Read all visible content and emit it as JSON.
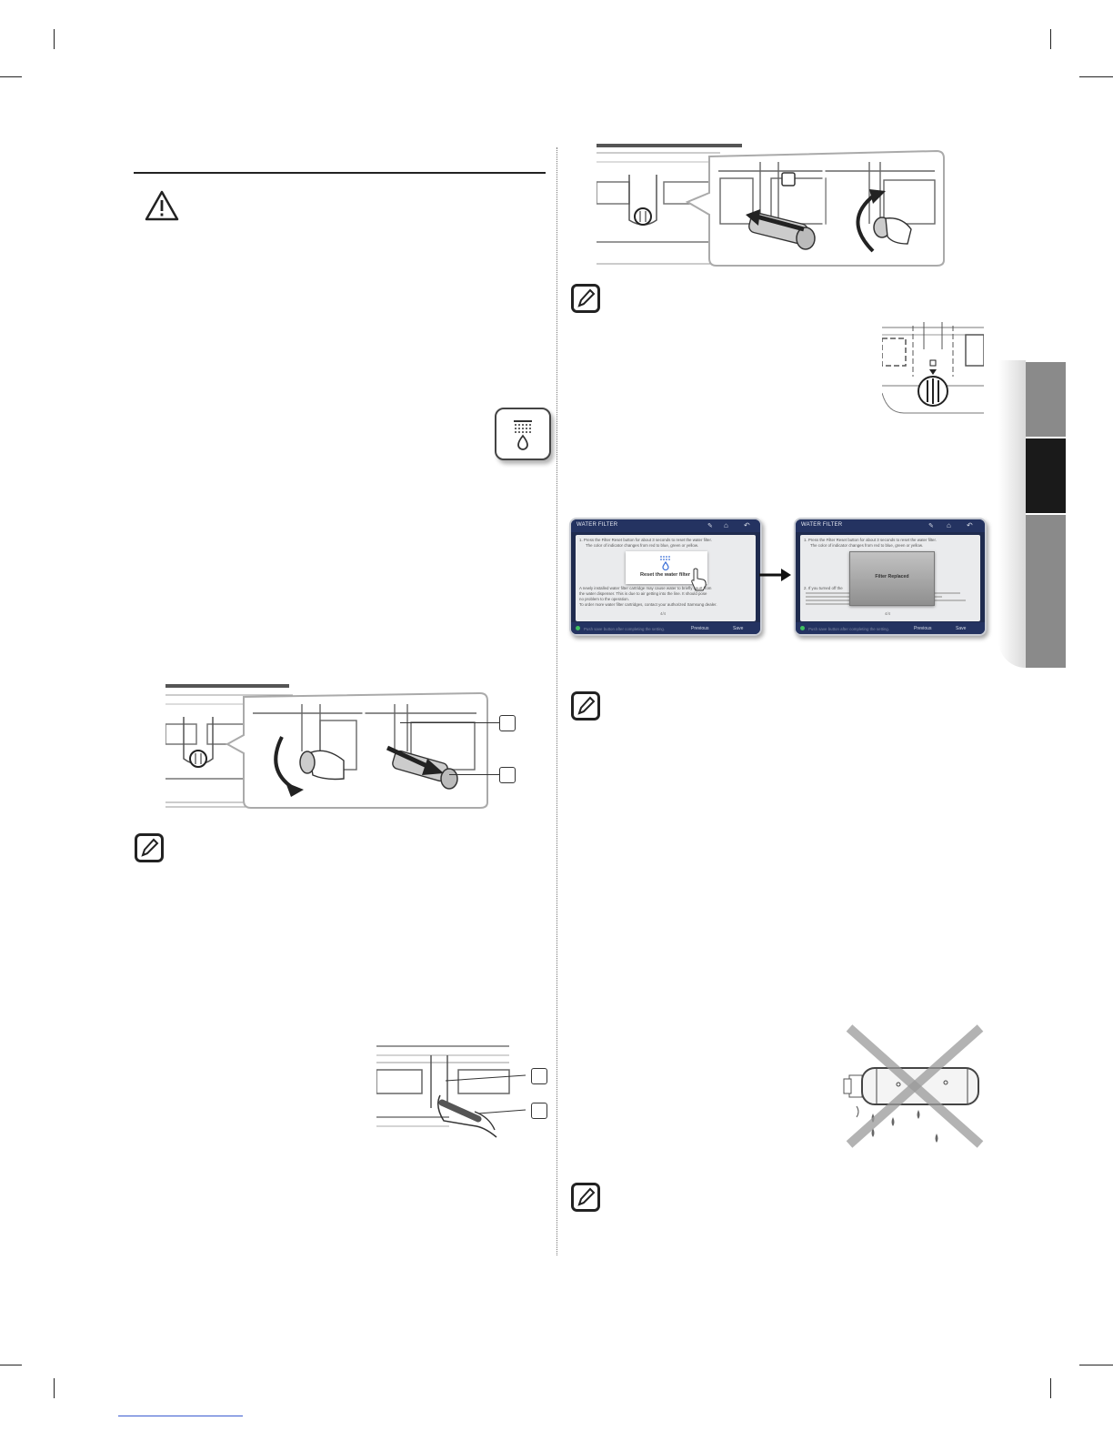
{
  "icons": {
    "warning": "warning-triangle-icon",
    "note": "pencil-note-icon",
    "filter_reset": "water-filter-reset-icon",
    "home": "home-icon",
    "back": "back-arrow-icon",
    "edit": "edit-icon"
  },
  "colors": {
    "screen_frame": "#1f2b4e",
    "tab_light": "#8a8a8a",
    "tab_dark": "#1a1a1a"
  },
  "screen_left": {
    "title": "WATER FILTER",
    "step1": "1. Press the Filter Reset button for about 3 seconds to reset the water filter.",
    "step1_sub": "The color of indicator changes from red to blue, green or yellow.",
    "popup_label": "Reset the water filter",
    "para1": "A newly installed water filter cartridge may cause water to briefly spurt from",
    "para2": "the water dispenser. This is due to air getting into the line. It should pose",
    "para3": "no problem to the operation.",
    "para4": "To order more water filter cartridges, contact your authorized Samsung dealer.",
    "page": "4/4",
    "footer_hint": "Push save button after completing the setting.",
    "btn_prev": "Previous",
    "btn_save": "Save"
  },
  "screen_right": {
    "title": "WATER FILTER",
    "step1": "1. Press the Filter Reset button for about 3 seconds to reset the water filter.",
    "step1_sub": "The color of indicator changes from red to blue, green or yellow.",
    "popup_label": "Filter Replaced",
    "step2": "2. If you turned off the",
    "page": "4/4",
    "footer_hint": "Push save button after completing the setting.",
    "btn_prev": "Previous",
    "btn_save": "Save"
  }
}
